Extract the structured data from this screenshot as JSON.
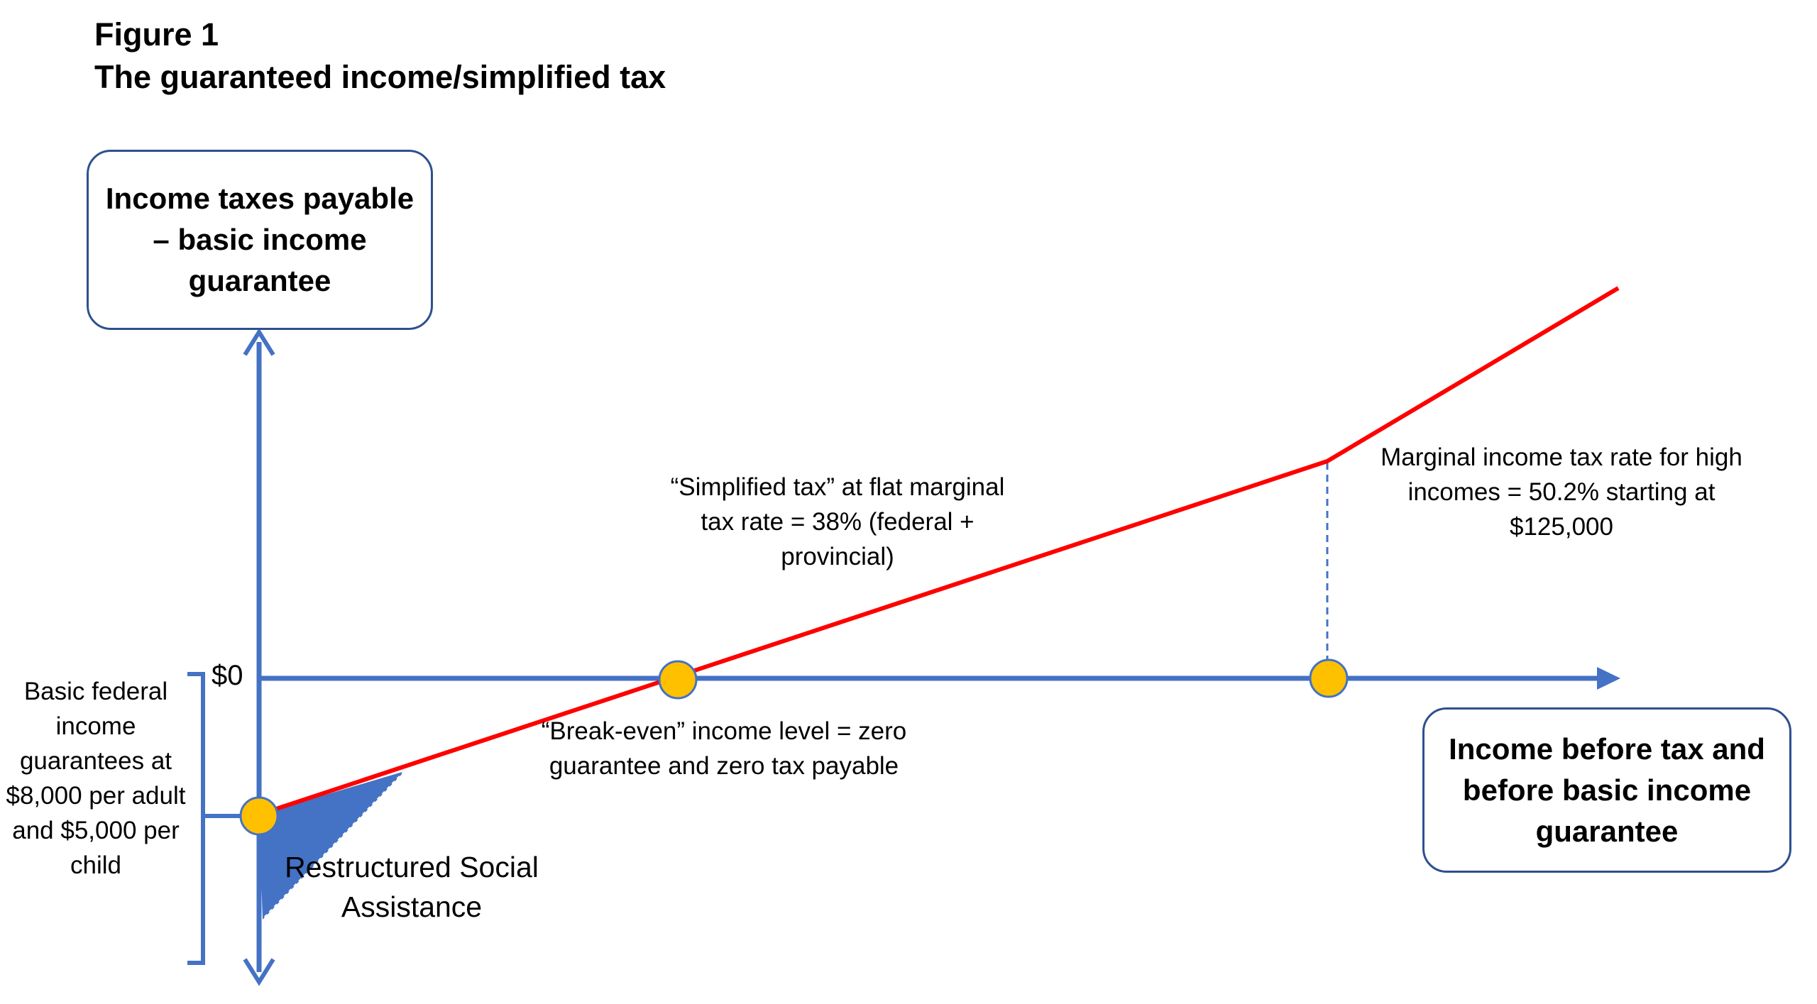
{
  "figure": {
    "label": "Figure 1",
    "title": "The guaranteed income/simplified tax"
  },
  "axes": {
    "y_label": "Income taxes payable – basic income guarantee",
    "x_label": "Income before tax and before basic income guarantee",
    "zero_label": "$0"
  },
  "annotations": {
    "guarantee": "Basic federal income guarantees at $8,000 per adult and $5,000 per child",
    "simplified_tax": "“Simplified tax” at flat marginal tax rate = 38% (federal + provincial)",
    "break_even": "“Break-even” income level = zero guarantee and zero tax payable",
    "high_income": "Marginal income tax rate for high incomes = 50.2% starting at $125,000",
    "social_assistance": "Restructured Social Assistance"
  },
  "colors": {
    "axis": "#4472c4",
    "tax_line": "#ff0000",
    "point": "#ffc000",
    "shaded_area": "#4472c4",
    "box_border": "#2f4f8f"
  }
}
